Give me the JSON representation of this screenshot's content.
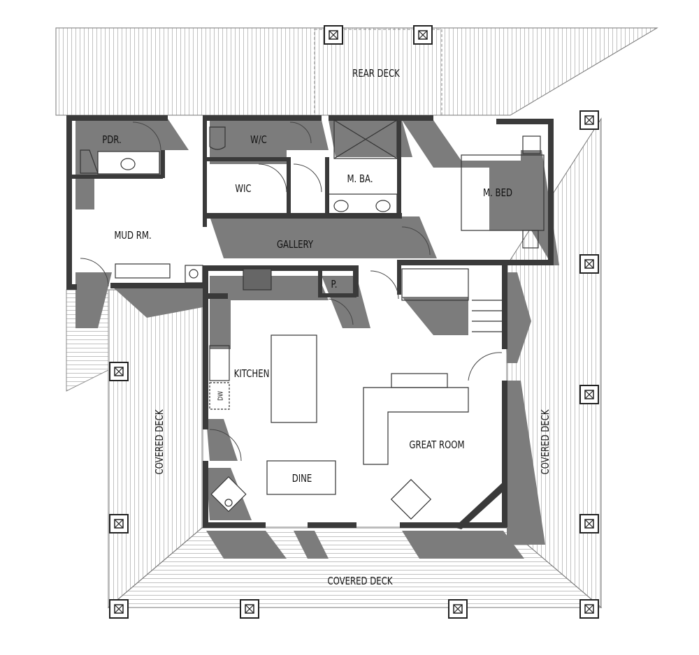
{
  "plan": {
    "rooms": {
      "rear_deck": "REAR DECK",
      "powder": "PDR.",
      "water_closet": "W/C",
      "master_bath": "M. BA.",
      "walk_in_closet": "WIC",
      "master_bed": "M. BED",
      "mud_room": "MUD RM.",
      "gallery": "GALLERY",
      "pantry": "P.",
      "kitchen": "KITCHEN",
      "dishwasher": "DW",
      "great_room": "GREAT ROOM",
      "dine": "DINE",
      "covered_deck_left": "COVERED DECK",
      "covered_deck_right": "COVERED DECK",
      "covered_deck_bottom": "COVERED DECK"
    },
    "colors": {
      "wall": "#3a3a3a",
      "shadow": "#7c7c7c",
      "line": "#555555"
    }
  }
}
